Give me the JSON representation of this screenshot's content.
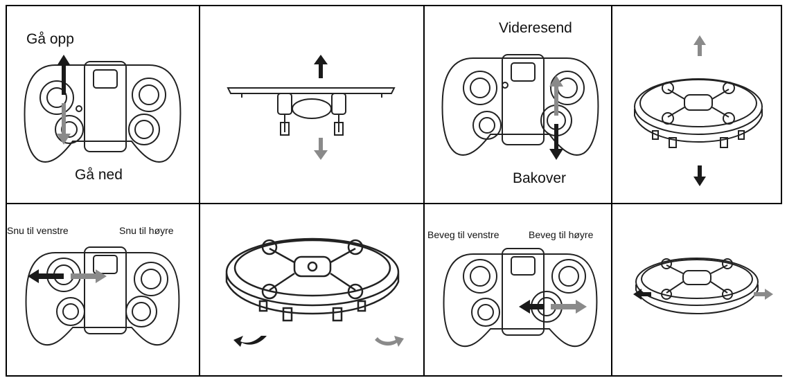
{
  "row1": {
    "controller_up_down": {
      "up_label": "Gå opp",
      "down_label": "Gå ned"
    },
    "controller_forward_back": {
      "forward_label": "Videresend",
      "back_label": "Bakover"
    }
  },
  "row2": {
    "controller_turn": {
      "left_label": "Snu til venstre",
      "right_label": "Snu til høyre"
    },
    "controller_move": {
      "left_label": "Beveg til venstre",
      "right_label": "Beveg til høyre"
    }
  },
  "colors": {
    "border": "#000000",
    "line_art": "#222222",
    "arrow_dark": "#1a1a1a",
    "arrow_grey": "#8a8a8a"
  }
}
